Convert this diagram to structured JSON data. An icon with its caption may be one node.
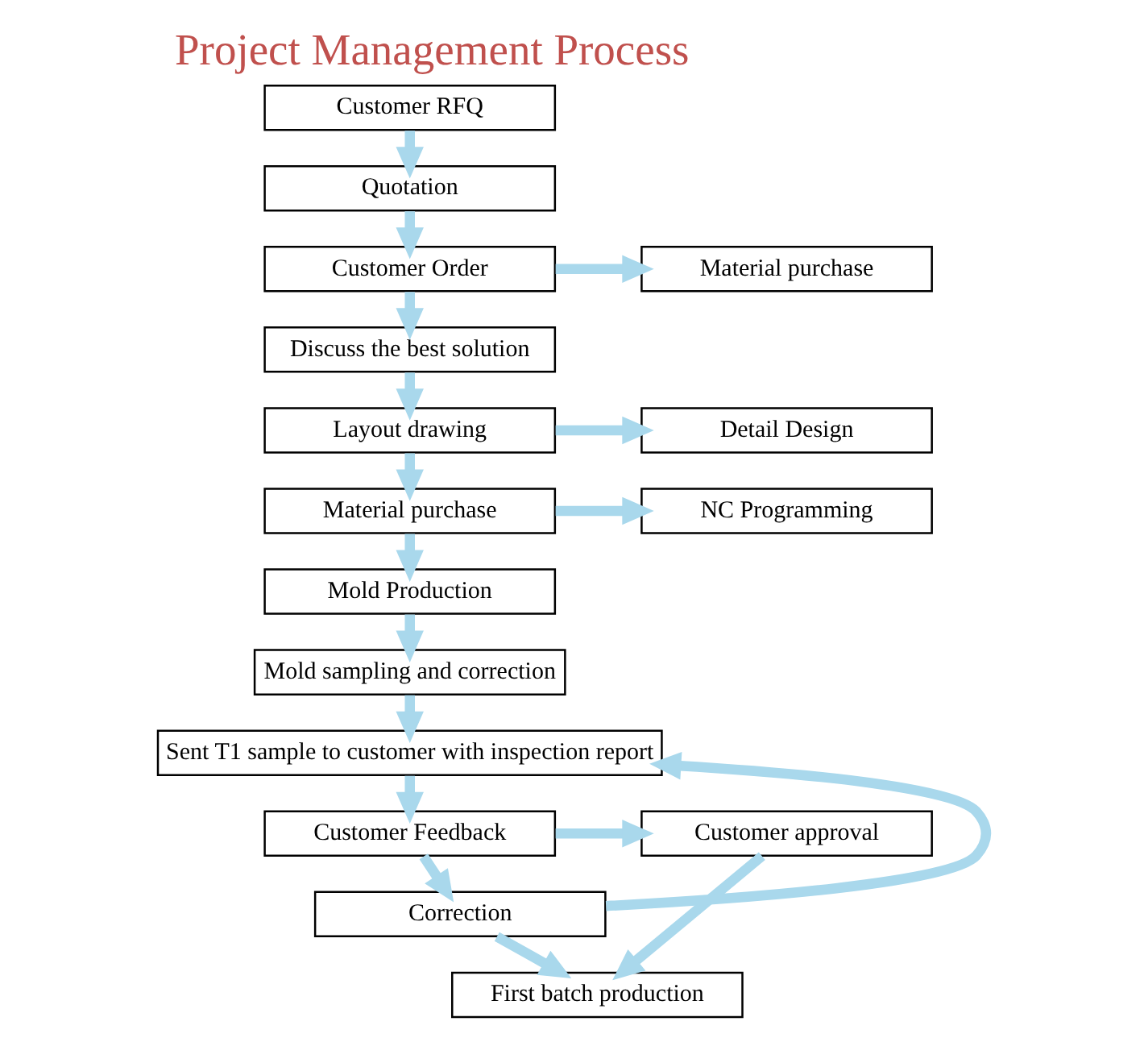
{
  "diagram": {
    "title": "Project Management Process",
    "nodes": [
      {
        "text": [
          "Customer RFQ"
        ]
      },
      {
        "text": [
          "Quotation"
        ]
      },
      {
        "text": [
          "Customer Order"
        ]
      },
      {
        "text": [
          "Material purchase"
        ]
      },
      {
        "text": [
          "Discuss the best solution"
        ]
      },
      {
        "text": [
          "Layout drawing"
        ]
      },
      {
        "text": [
          "Detail Design"
        ]
      },
      {
        "text": [
          "Material purchase"
        ]
      },
      {
        "text": [
          "NC Programming"
        ]
      },
      {
        "text": [
          "Mold Production"
        ]
      },
      {
        "text": [
          "Mold sampling and correction"
        ]
      },
      {
        "text": [
          "Sent T1 sample to customer with inspection report"
        ]
      },
      {
        "text": [
          "Customer Feedback"
        ]
      },
      {
        "text": [
          "Customer approval"
        ]
      },
      {
        "text": [
          "Correction"
        ]
      },
      {
        "text": [
          "First batch production"
        ]
      }
    ],
    "edges": [
      {
        "from": 0,
        "to": 1,
        "arrow": "to"
      },
      {
        "from": 1,
        "to": 2,
        "arrow": "to"
      },
      {
        "from": 2,
        "to": 3,
        "arrow": "to"
      },
      {
        "from": 2,
        "to": 4,
        "arrow": "to"
      },
      {
        "from": 4,
        "to": 5,
        "arrow": "to"
      },
      {
        "from": 5,
        "to": 6,
        "arrow": "to"
      },
      {
        "from": 5,
        "to": 7,
        "arrow": "to"
      },
      {
        "from": 7,
        "to": 8,
        "arrow": "to"
      },
      {
        "from": 7,
        "to": 9,
        "arrow": "to"
      },
      {
        "from": 9,
        "to": 10,
        "arrow": "to"
      },
      {
        "from": 10,
        "to": 11,
        "arrow": "to"
      },
      {
        "from": 11,
        "to": 12,
        "arrow": "to"
      },
      {
        "from": 12,
        "to": 13,
        "arrow": "to"
      },
      {
        "from": 12,
        "to": 14,
        "arrow": "to"
      },
      {
        "from": 14,
        "to": 11,
        "arrow": "to"
      },
      {
        "from": 14,
        "to": 15,
        "arrow": "to"
      },
      {
        "from": 13,
        "to": 15,
        "arrow": "to"
      }
    ]
  }
}
